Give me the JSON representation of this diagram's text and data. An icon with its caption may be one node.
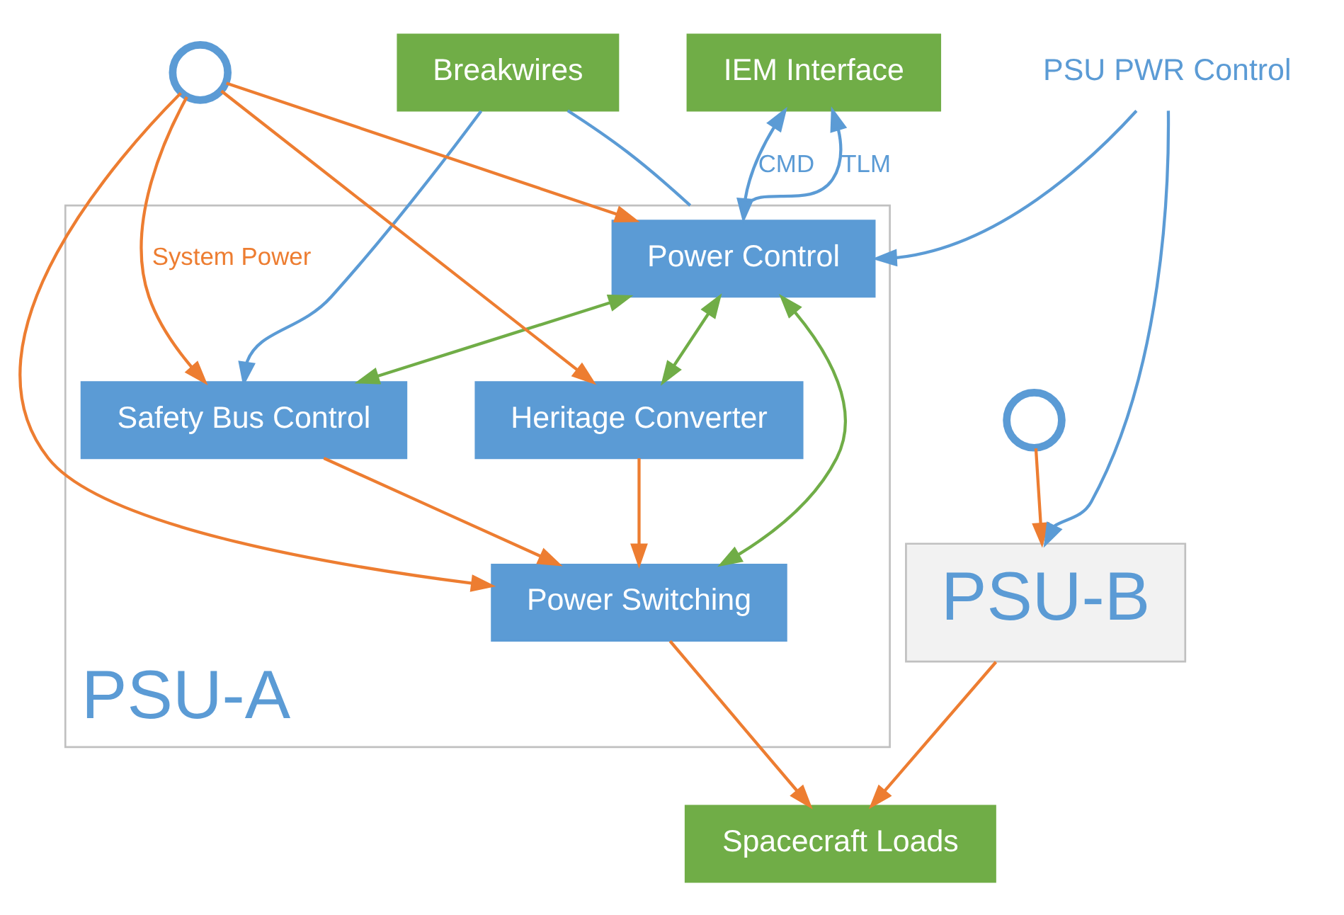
{
  "diagram": {
    "nodes": [
      {
        "text": [
          "Breakwires"
        ]
      },
      {
        "text": [
          "IEM Interface"
        ]
      },
      {
        "text": [
          "PSU-A"
        ]
      },
      {
        "text": [
          "Power Control"
        ],
        "in": 2
      },
      {
        "text": [
          "Safety Bus Control"
        ],
        "in": 2
      },
      {
        "text": [
          "Heritage Converter"
        ],
        "in": 2
      },
      {
        "text": [
          "Power Switching"
        ],
        "in": 2
      },
      {
        "text": [
          "PSU-B"
        ]
      },
      {
        "text": [
          "Spacecraft Loads"
        ]
      },
      {
        "text": [],
        "shape": "circle"
      },
      {
        "text": [],
        "shape": "circle"
      },
      {
        "text": [
          "PSU PWR Control"
        ]
      }
    ],
    "edges": [
      {
        "from": 0,
        "to": 4,
        "arrow": "to",
        "color": "#5b9bd5"
      },
      {
        "from": 0,
        "to": 2,
        "arrow": "none",
        "color": "#5b9bd5"
      },
      {
        "from": 1,
        "to": 3,
        "arrow": "both",
        "label": "CMD",
        "color": "#5b9bd5"
      },
      {
        "from": 2,
        "to": 1,
        "arrow": "to",
        "label": "TLM",
        "color": "#5b9bd5"
      },
      {
        "from": 11,
        "to": 3,
        "arrow": "to",
        "color": "#5b9bd5"
      },
      {
        "from": 11,
        "to": 7,
        "arrow": "to",
        "color": "#5b9bd5"
      },
      {
        "from": 9,
        "to": 3,
        "arrow": "to"
      },
      {
        "from": 9,
        "to": 4,
        "arrow": "to",
        "label": "System Power"
      },
      {
        "from": 9,
        "to": 6,
        "arrow": "to"
      },
      {
        "from": 9,
        "to": 5,
        "arrow": "to"
      },
      {
        "from": 3,
        "to": 4,
        "arrow": "both",
        "color": "#70ad47"
      },
      {
        "from": 3,
        "to": 5,
        "arrow": "both",
        "color": "#70ad47"
      },
      {
        "from": 3,
        "to": 6,
        "arrow": "both",
        "color": "#70ad47"
      },
      {
        "from": 4,
        "to": 6,
        "arrow": "to"
      },
      {
        "from": 5,
        "to": 6,
        "arrow": "to"
      },
      {
        "from": 6,
        "to": 8,
        "arrow": "to"
      },
      {
        "from": 7,
        "to": 8,
        "arrow": "to"
      },
      {
        "from": 10,
        "to": 7,
        "arrow": "to"
      }
    ]
  }
}
